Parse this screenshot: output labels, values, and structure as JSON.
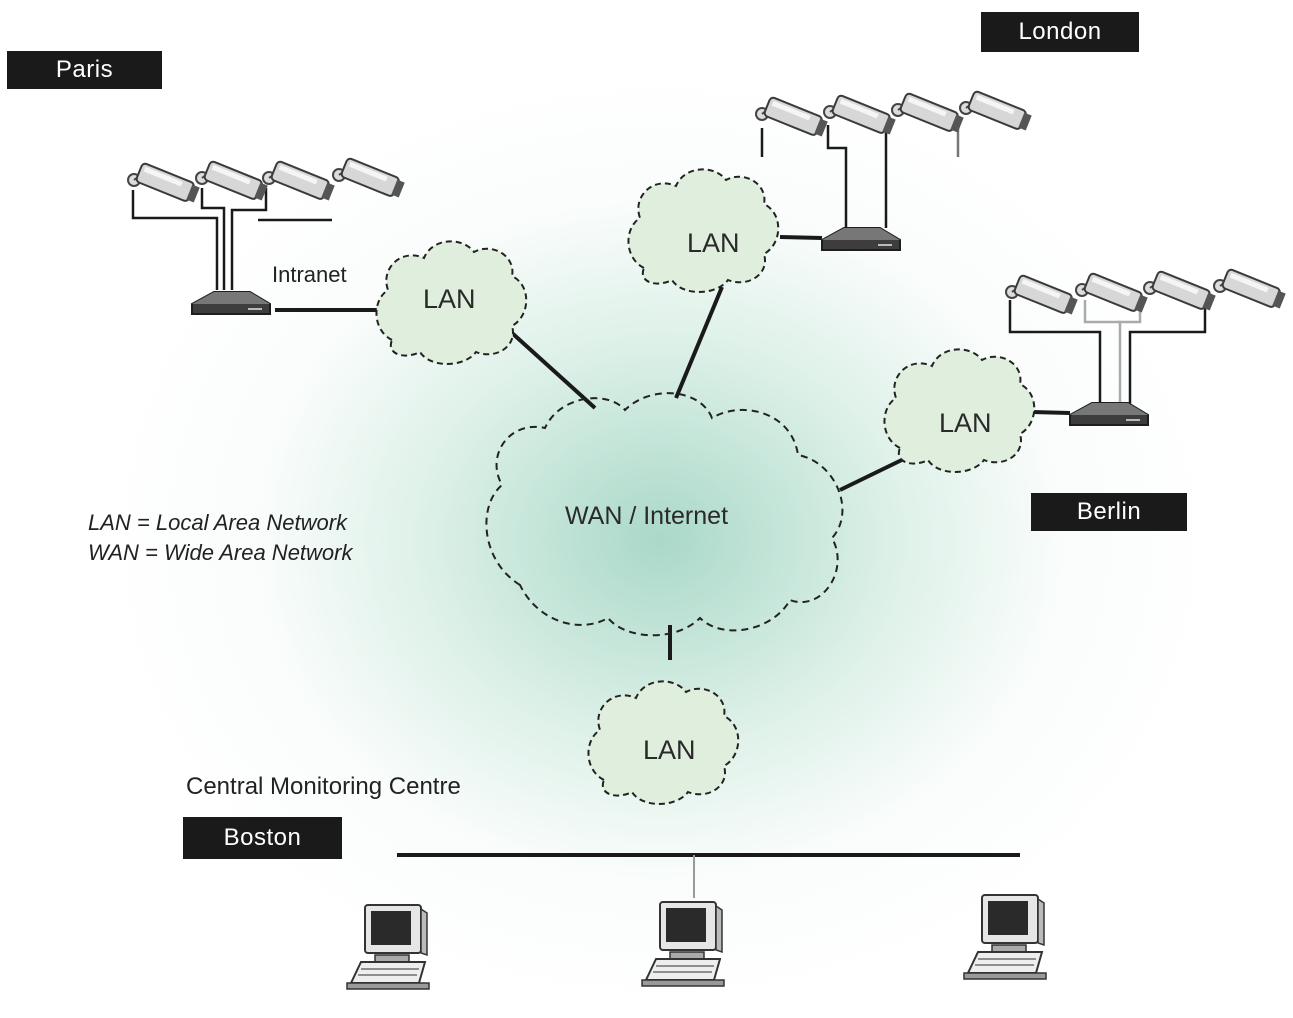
{
  "sites": {
    "paris": "Paris",
    "london": "London",
    "berlin": "Berlin",
    "boston": "Boston"
  },
  "clouds": {
    "paris_lan": "LAN",
    "london_lan": "LAN",
    "berlin_lan": "LAN",
    "boston_lan": "LAN",
    "wan": "WAN / Internet"
  },
  "labels": {
    "intranet": "Intranet",
    "monitoring": "Central Monitoring Centre"
  },
  "legend": {
    "line1": "LAN = Local Area Network",
    "line2": "WAN = Wide Area Network"
  },
  "colors": {
    "cloud_fill": "#dfeedd",
    "tag_bg": "#1a1a1a",
    "glow": "#64b99b"
  }
}
